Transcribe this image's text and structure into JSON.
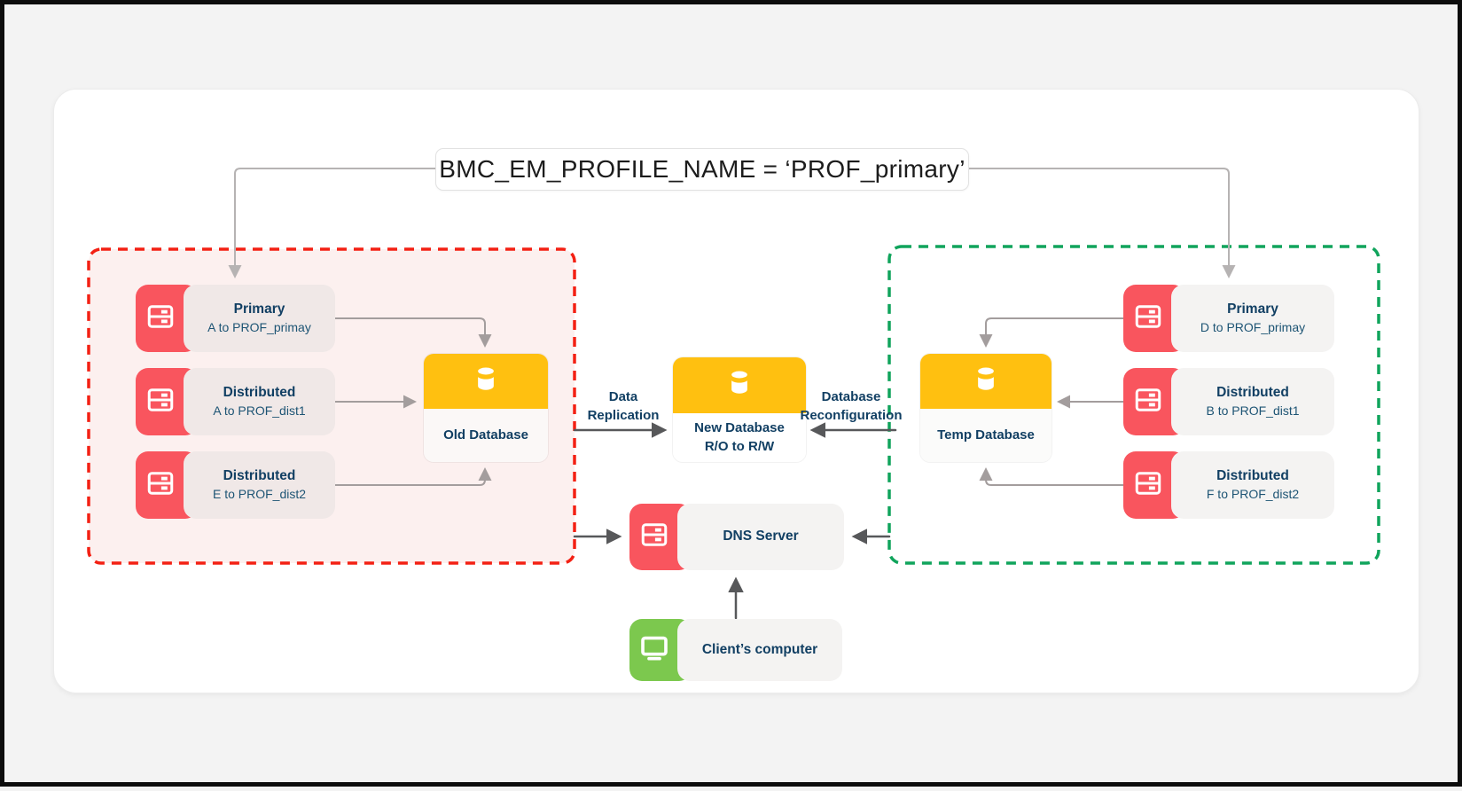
{
  "callout": {
    "text": "BMC_EM_PROFILE_NAME = ‘PROF_primary’"
  },
  "left_region": {
    "border_color": "#F32013",
    "fill_color": "#FCF0EF",
    "servers": [
      {
        "title": "Primary",
        "subtitle": "A to PROF_primay"
      },
      {
        "title": "Distributed",
        "subtitle": "A to PROF_dist1"
      },
      {
        "title": "Distributed",
        "subtitle": "E to PROF_dist2"
      }
    ],
    "database": {
      "label": "Old Database"
    }
  },
  "right_region": {
    "border_color": "#10A45C",
    "servers": [
      {
        "title": "Primary",
        "subtitle": "D to PROF_primay"
      },
      {
        "title": "Distributed",
        "subtitle": "B to PROF_dist1"
      },
      {
        "title": "Distributed",
        "subtitle": "F to PROF_dist2"
      }
    ],
    "database": {
      "label": "Temp Database"
    }
  },
  "center": {
    "new_database": {
      "line1": "New Database",
      "line2": "R/O to R/W"
    },
    "data_replication": {
      "line1": "Data",
      "line2": "Replication"
    },
    "database_reconfiguration": {
      "line1": "Database",
      "line2": "Reconfiguration"
    },
    "dns_server": {
      "label": "DNS Server"
    },
    "client": {
      "label": "Client’s computer"
    }
  },
  "colors": {
    "server_accent_red": "#F9555E",
    "client_accent_green": "#7CC84E",
    "database_amber": "#FFC010",
    "navy_text": "#113F63",
    "connector_light": "#B6B3B3",
    "connector_mid": "#A39D9D",
    "connector_dark": "#57585A"
  }
}
